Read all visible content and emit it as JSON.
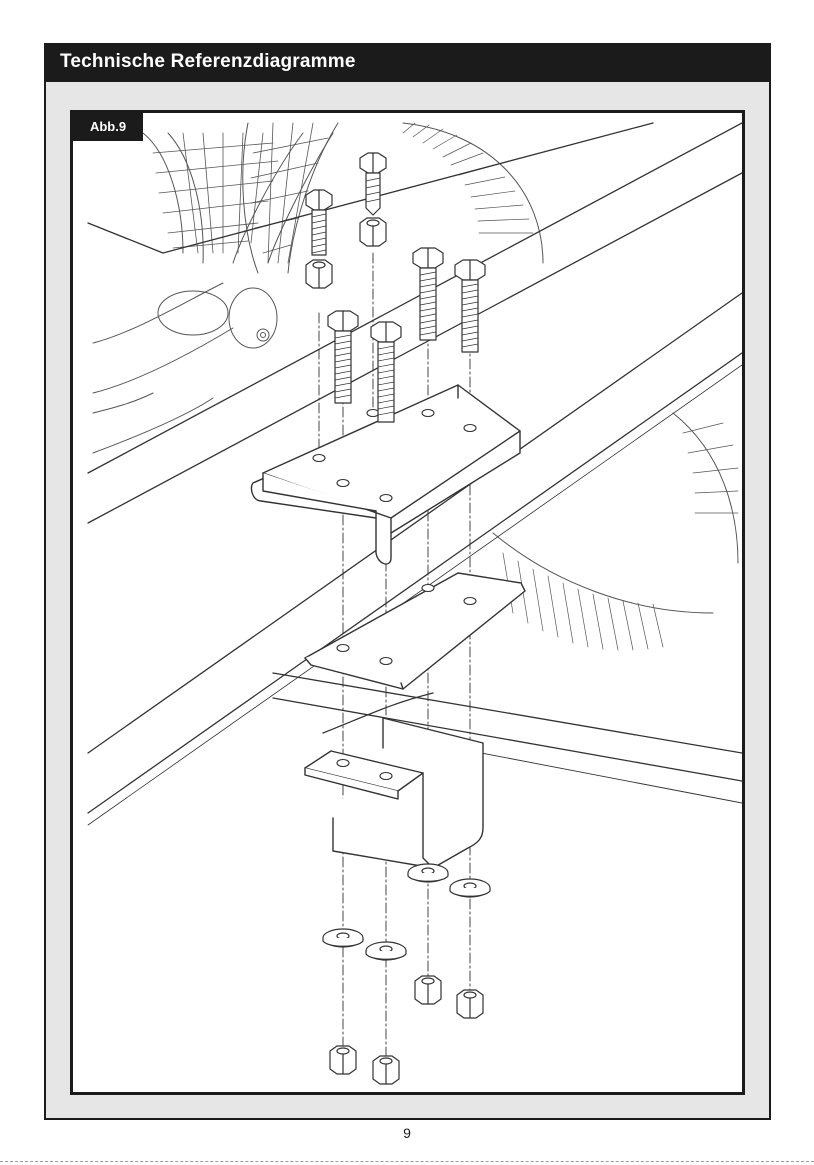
{
  "page": {
    "title": "Technische Referenzdiagramme",
    "figure_label": "Abb.9",
    "page_number": "9"
  },
  "colors": {
    "dark": "#1b1b1b",
    "frame_background": "#e6e6e6",
    "figure_background": "#ffffff",
    "line": "#333333"
  },
  "illustration": {
    "subject": "mounting-bracket-exploded-view",
    "bolts": 6,
    "washers": 4,
    "nuts": 6
  }
}
